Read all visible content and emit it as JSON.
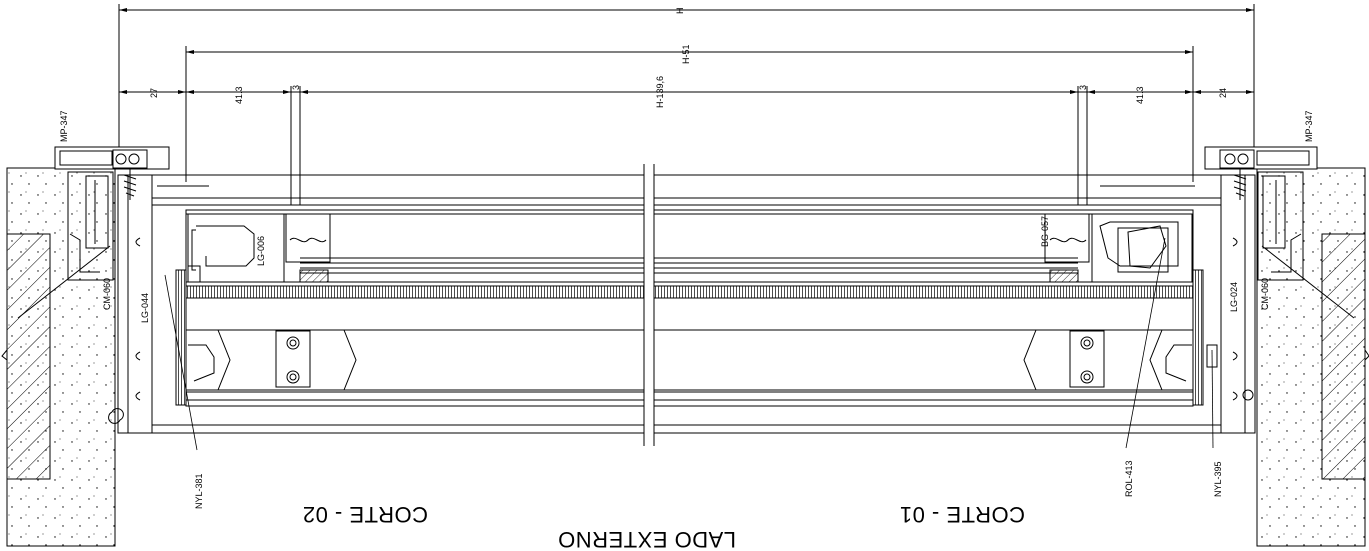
{
  "dimensions": {
    "total": "H",
    "inner": "H-51",
    "glass": "H-139,6",
    "left_gap": "27",
    "right_gap": "24",
    "left_profile": "41.3",
    "right_profile": "41.3",
    "left_gasket": "3",
    "right_gasket": "3"
  },
  "parts": {
    "mp347_left": "MP-347",
    "mp347_right": "MP-347",
    "cm060_left": "CM-060",
    "cm060_right": "CM-060",
    "lg044": "LG-044",
    "lg006": "LG-006",
    "bg057": "BG-057",
    "lg024": "LG-024",
    "nyl381": "NYL-381",
    "rol413": "ROL-413",
    "nyl395": "NYL-395"
  },
  "titles": {
    "corte_left": "CORTE - 02",
    "corte_right": "CORTE - 01",
    "lado": "LADO EXTERNO"
  },
  "colors": {
    "line": "#000000",
    "background": "#ffffff"
  }
}
